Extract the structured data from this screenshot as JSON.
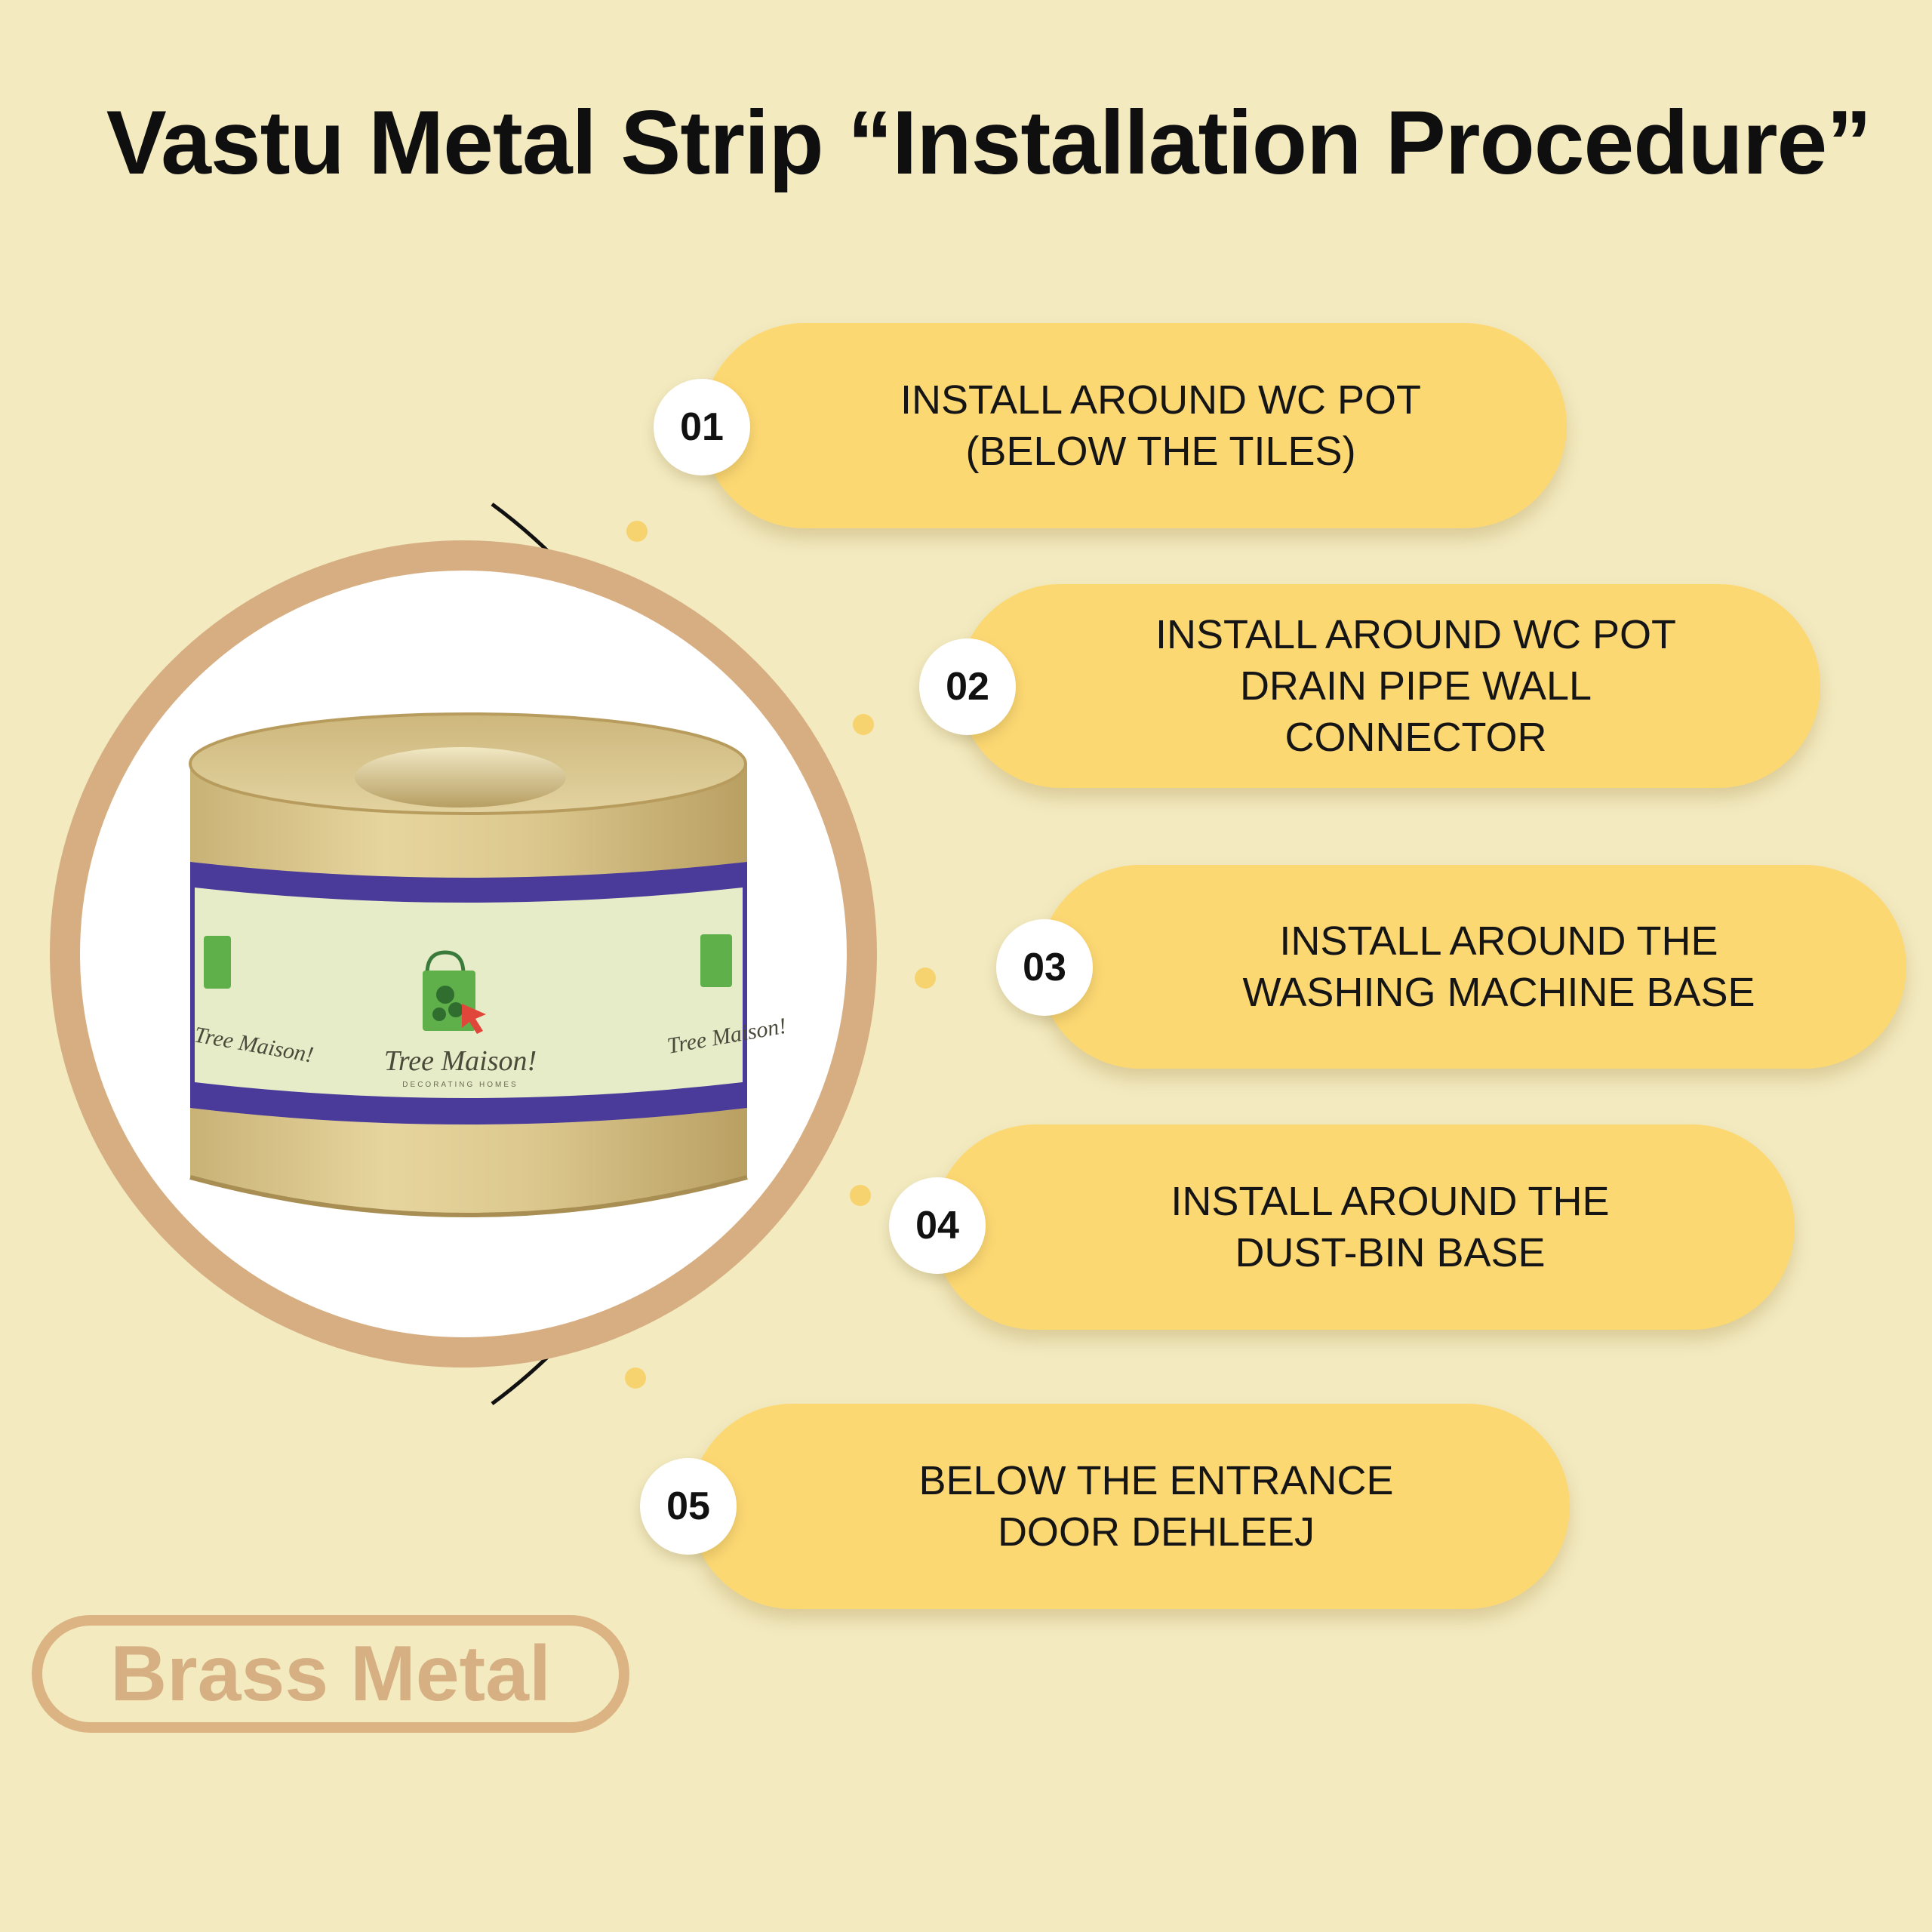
{
  "title": "Vastu Metal Strip “Installation Procedure”",
  "steps": [
    {
      "num": "01",
      "text": "INSTALL AROUND WC POT\n(BELOW THE TILES)"
    },
    {
      "num": "02",
      "text": "INSTALL AROUND WC POT\nDRAIN PIPE WALL\nCONNECTOR"
    },
    {
      "num": "03",
      "text": "INSTALL AROUND THE\nWASHING MACHINE BASE"
    },
    {
      "num": "04",
      "text": "INSTALL AROUND THE\nDUST-BIN BASE"
    },
    {
      "num": "05",
      "text": "BELOW THE ENTRANCE\nDOOR DEHLEEJ"
    }
  ],
  "product": {
    "label_brand": "Tree Maison!",
    "label_tagline": "DECORATING HOMES",
    "label_brand_left": "Tree Maison!",
    "label_brand_right": "Tree Maison!"
  },
  "brand_badge": "Brass Metal",
  "colors": {
    "background": "#f3eac0",
    "pill": "#fcd873",
    "ring": "#d6ae82",
    "brass": "#d9c58a",
    "label_band": "#4a3a9a"
  },
  "icons": [
    "shopping-bag-tree-icon",
    "cursor-arrow-icon"
  ]
}
